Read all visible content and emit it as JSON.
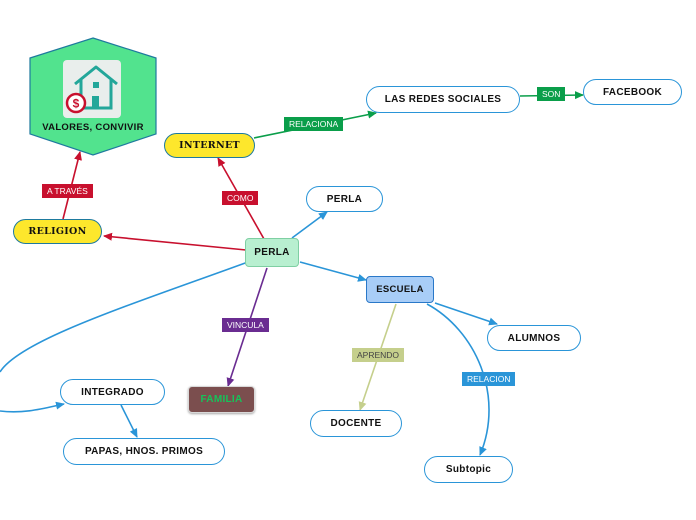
{
  "nodes": {
    "valores": "VALORES, CONVIVIR",
    "internet": "INTERNET",
    "redes": "LAS REDES SOCIALES",
    "facebook": "FACEBOOK",
    "perla_top": "PERLA",
    "perla_center": "PERLA",
    "religion": "RELIGION",
    "escuela": "ESCUELA",
    "alumnos": "ALUMNOS",
    "integrado": "INTEGRADO",
    "familia": "FAMILIA",
    "docente": "DOCENTE",
    "papas": "PAPAS, HNOS. PRIMOS",
    "subtopic": "Subtopic"
  },
  "labels": {
    "a_traves": "A TRAVÉS",
    "como": "COMO",
    "relaciona": "RELACIONA",
    "son": "SON",
    "vincula": "VINCULA",
    "aprendo": "APRENDO",
    "relacion": "RELACION"
  },
  "colors": {
    "blue": "#2a95d8",
    "red": "#c8102e",
    "green": "#0a9e4a",
    "purple": "#6a2c91",
    "olive": "#c5cf8c",
    "yellow": "#fde72c",
    "hexagon": "#52e38e",
    "escuela_fill": "#a8cdf7",
    "perla_fill": "#b8efd0",
    "familia_fill": "#7b4e4e",
    "familia_text": "#16c35a"
  },
  "icons": [
    "house-dollar-icon"
  ]
}
